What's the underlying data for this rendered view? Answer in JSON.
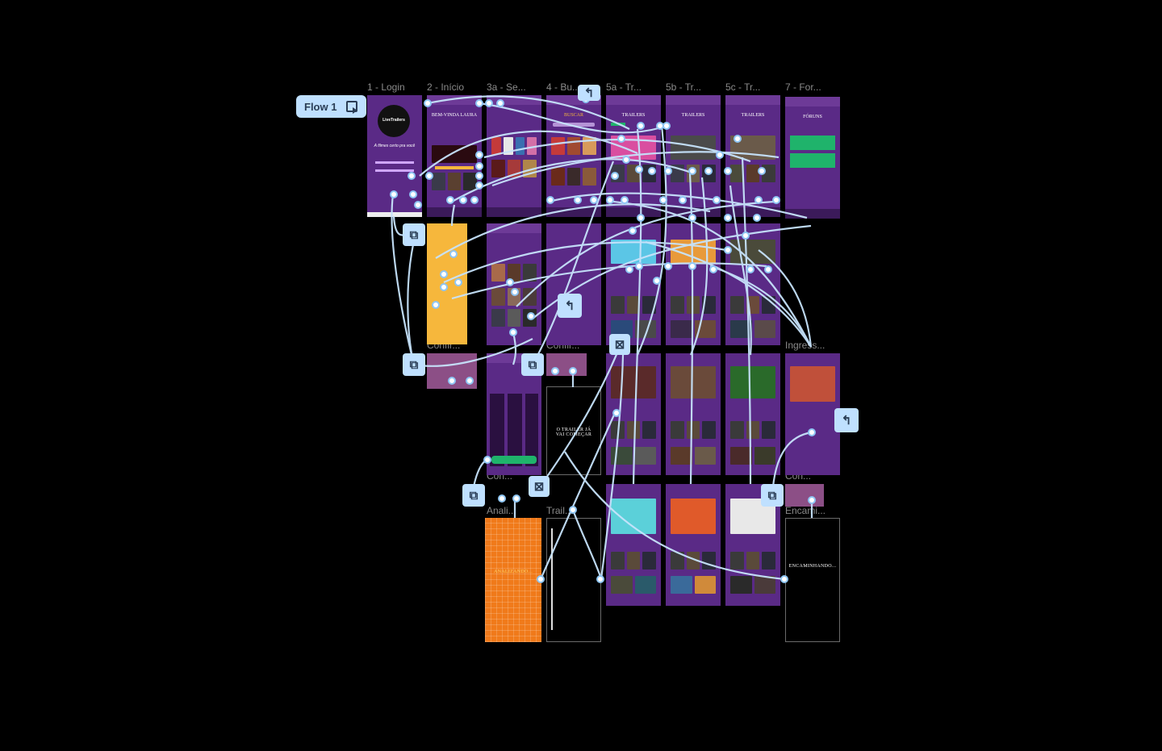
{
  "flow_button": {
    "label": "Flow 1"
  },
  "frames": [
    {
      "id": "login",
      "label": "1 - Login",
      "tagline": "A filmes certo pra você",
      "brand": "LiveTrailers"
    },
    {
      "id": "inicio",
      "label": "2 - Início",
      "heading": "BEM-VINDA LAURA"
    },
    {
      "id": "se",
      "label": "3a - Se..."
    },
    {
      "id": "busca",
      "label": "4 - Bu...",
      "heading": "BUSCAR"
    },
    {
      "id": "tr5a",
      "label": "5a - Tr...",
      "heading": "TRAILERS"
    },
    {
      "id": "tr5b",
      "label": "5b - Tr...",
      "heading": "TRAILERS"
    },
    {
      "id": "tr5c",
      "label": "5c - Tr...",
      "heading": "TRAILERS"
    },
    {
      "id": "foruns",
      "label": "7 - For...",
      "heading": "FÓRUNS"
    },
    {
      "id": "conf1",
      "label": "Confir..."
    },
    {
      "id": "conf2",
      "label": "Confir..."
    },
    {
      "id": "ingresso",
      "label": "Ingress..."
    },
    {
      "id": "con3",
      "label": "Con..."
    },
    {
      "id": "con4",
      "label": "Con..."
    },
    {
      "id": "analisando",
      "label": "Anali...",
      "heading": "ANALIZANDO..."
    },
    {
      "id": "trailer",
      "label": "Trail...",
      "heading": "O TRAILER JÁ VAI COMEÇAR"
    },
    {
      "id": "encaminhando",
      "label": "Encami...",
      "heading": "ENCAMINHANDO..."
    }
  ]
}
